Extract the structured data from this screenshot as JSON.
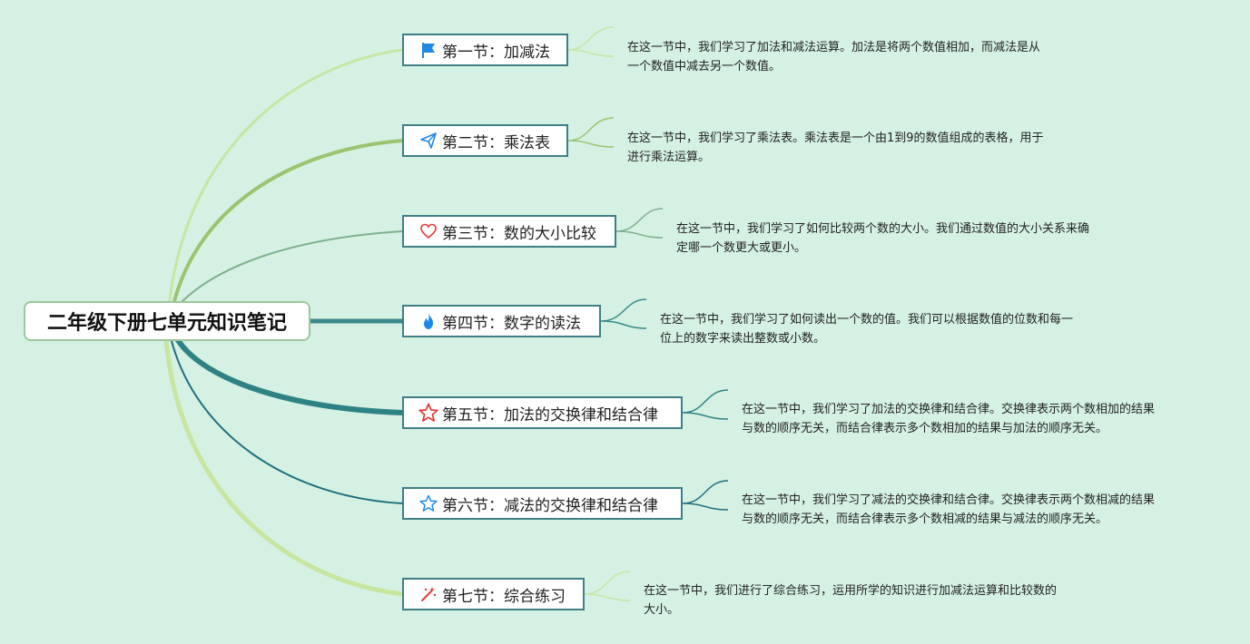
{
  "root": {
    "title": "二年级下册七单元知识笔记"
  },
  "sections": [
    {
      "icon": "flag-icon",
      "label": "第一节：加减法",
      "note": [
        "在这一节中，我们学习了加法和减法运算。加法是将两个数值相加，而减法是从",
        "一个数值中减去另一个数值。"
      ]
    },
    {
      "icon": "paper-plane-icon",
      "label": "第二节：乘法表",
      "note": [
        "在这一节中，我们学习了乘法表。乘法表是一个由1到9的数值组成的表格，用于",
        "进行乘法运算。"
      ]
    },
    {
      "icon": "heart-icon",
      "label": "第三节：数的大小比较",
      "note": [
        "在这一节中，我们学习了如何比较两个数的大小。我们通过数值的大小关系来确",
        "定哪一个数更大或更小。"
      ]
    },
    {
      "icon": "fire-icon",
      "label": "第四节：数字的读法",
      "note": [
        "在这一节中，我们学习了如何读出一个数的值。我们可以根据数值的位数和每一",
        "位上的数字来读出整数或小数。"
      ]
    },
    {
      "icon": "star-icon",
      "label": "第五节：加法的交换律和结合律",
      "note": [
        "在这一节中，我们学习了加法的交换律和结合律。交换律表示两个数相加的结果",
        "与数的顺序无关，而结合律表示多个数相加的结果与加法的顺序无关。"
      ]
    },
    {
      "icon": "star-outline-icon",
      "label": "第六节：减法的交换律和结合律",
      "note": [
        "在这一节中，我们学习了减法的交换律和结合律。交换律表示两个数相减的结果",
        "与数的顺序无关，而结合律表示多个数相减的结果与减法的顺序无关。"
      ]
    },
    {
      "icon": "magic-wand-icon",
      "label": "第七节：综合练习",
      "note": [
        "在这一节中，我们进行了综合练习，运用所学的知识进行加减法运算和比较数的",
        "大小。"
      ]
    }
  ],
  "colors": {
    "branch": [
      "#c6e6a2",
      "#9bc46f",
      "#7fb08f",
      "#3a8a8c",
      "#2f8284",
      "#1f6f7f",
      "#c8e6a0"
    ],
    "node_border": "#3e7f87",
    "background": "#d5f1e3"
  }
}
